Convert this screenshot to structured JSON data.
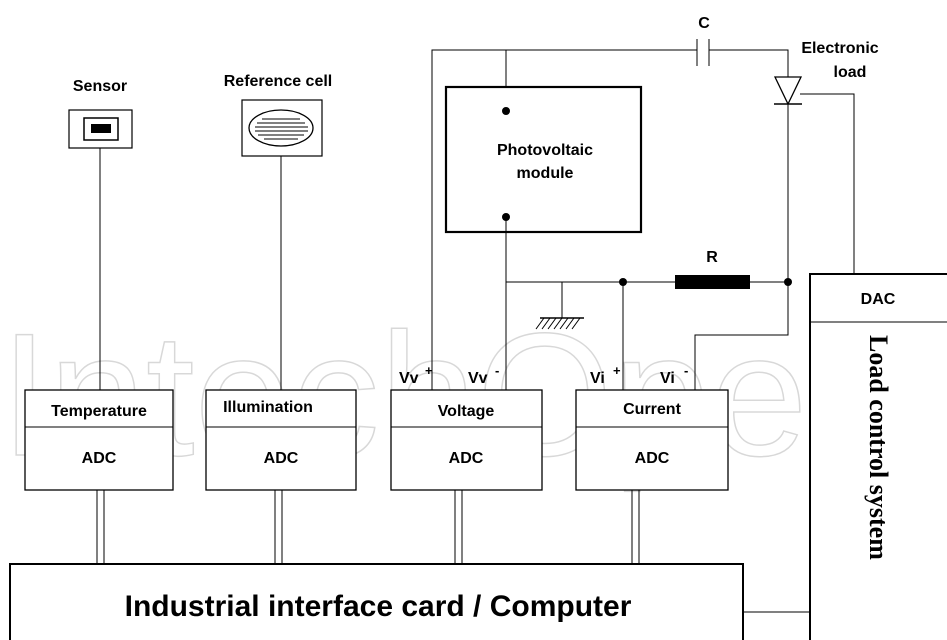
{
  "watermark": "IntechOpen",
  "sensor": {
    "label": "Sensor"
  },
  "reference_cell": {
    "label": "Reference cell"
  },
  "pv_module": {
    "line1": "Photovoltaic",
    "line2": "module"
  },
  "capacitor": {
    "label": "C"
  },
  "electronic_load": {
    "line1": "Electronic",
    "line2": "load"
  },
  "resistor": {
    "label": "R"
  },
  "terminals": {
    "vv_plus": "Vv",
    "vv_plus_sup": "+",
    "vv_minus": "Vv",
    "vv_minus_sup": "-",
    "vi_plus": "Vi",
    "vi_plus_sup": "+",
    "vi_minus": "Vi",
    "vi_minus_sup": "-"
  },
  "adc_blocks": [
    {
      "title": "Temperature",
      "sub": "ADC"
    },
    {
      "title": "Illumination",
      "sub": "ADC"
    },
    {
      "title": "Voltage",
      "sub": "ADC"
    },
    {
      "title": "Current",
      "sub": "ADC"
    }
  ],
  "load_control": {
    "dac": "DAC",
    "label": "Load control system"
  },
  "computer": {
    "label": "Industrial interface card / Computer"
  }
}
